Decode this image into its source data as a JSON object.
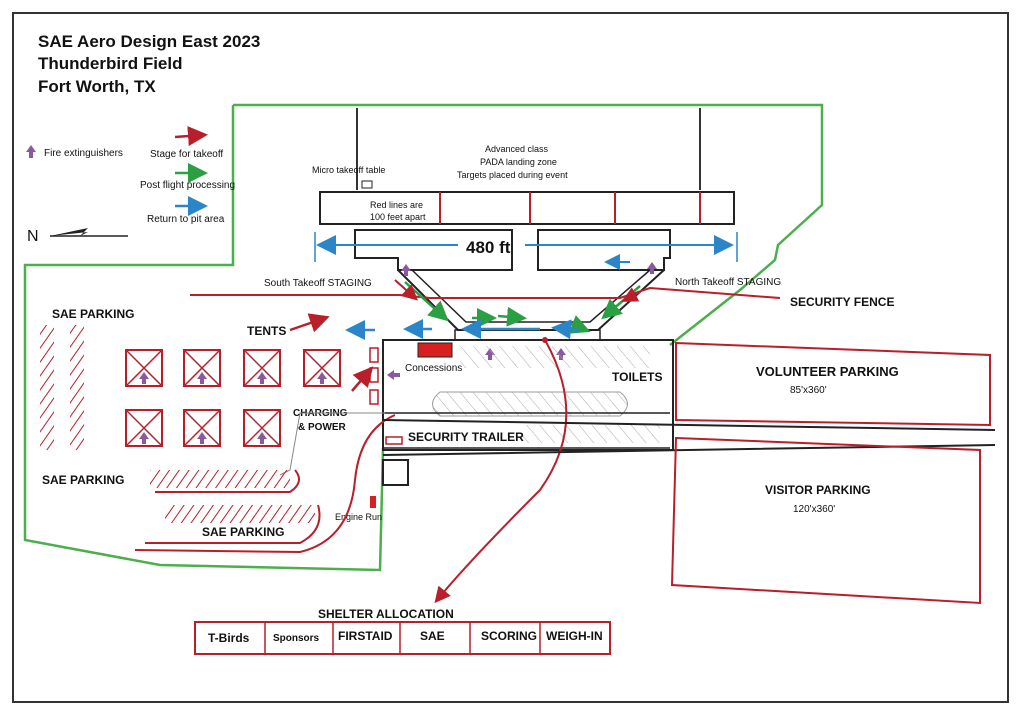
{
  "title": {
    "line1": "SAE Aero Design East 2023",
    "line2": "Thunderbird Field",
    "line3": "Fort Worth, TX"
  },
  "legend": {
    "fire": "Fire extinguishers",
    "stage": "Stage for takeoff",
    "post": "Post flight processing",
    "return": "Return to pit area",
    "north": "N"
  },
  "colors": {
    "red": "#b81f2a",
    "green": "#2aa042",
    "blue": "#2a86c8",
    "purple": "#8a5aa0",
    "fence_green": "#4cae4c",
    "line_dark": "#222222"
  },
  "labels": {
    "micro_table": "Micro takeoff table",
    "advanced1": "Advanced class",
    "advanced2": "PADA landing zone",
    "advanced3": "Targets placed during event",
    "red_lines1": "Red lines are",
    "red_lines2": "100 feet apart",
    "distance": "480 ft",
    "south_staging": "South Takeoff STAGING",
    "north_staging": "North Takeoff STAGING",
    "security_fence": "SECURITY FENCE",
    "sae_parking_nw": "SAE PARKING",
    "sae_parking_w": "SAE PARKING",
    "sae_parking_s": "SAE PARKING",
    "tents": "TENTS",
    "concessions": "Concessions",
    "toilets": "TOILETS",
    "charging1": "CHARGING",
    "charging2": "& POWER",
    "security_trailer": "SECURITY TRAILER",
    "engine_run": "Engine Run",
    "volunteer_parking": "VOLUNTEER PARKING",
    "volunteer_size": "85'x360'",
    "visitor_parking": "VISITOR PARKING",
    "visitor_size": "120'x360'",
    "shelter_title": "SHELTER ALLOCATION"
  },
  "shelters": [
    "T-Birds",
    "Sponsors",
    "FIRSTAID",
    "SAE",
    "SCORING",
    "WEIGH-IN"
  ]
}
